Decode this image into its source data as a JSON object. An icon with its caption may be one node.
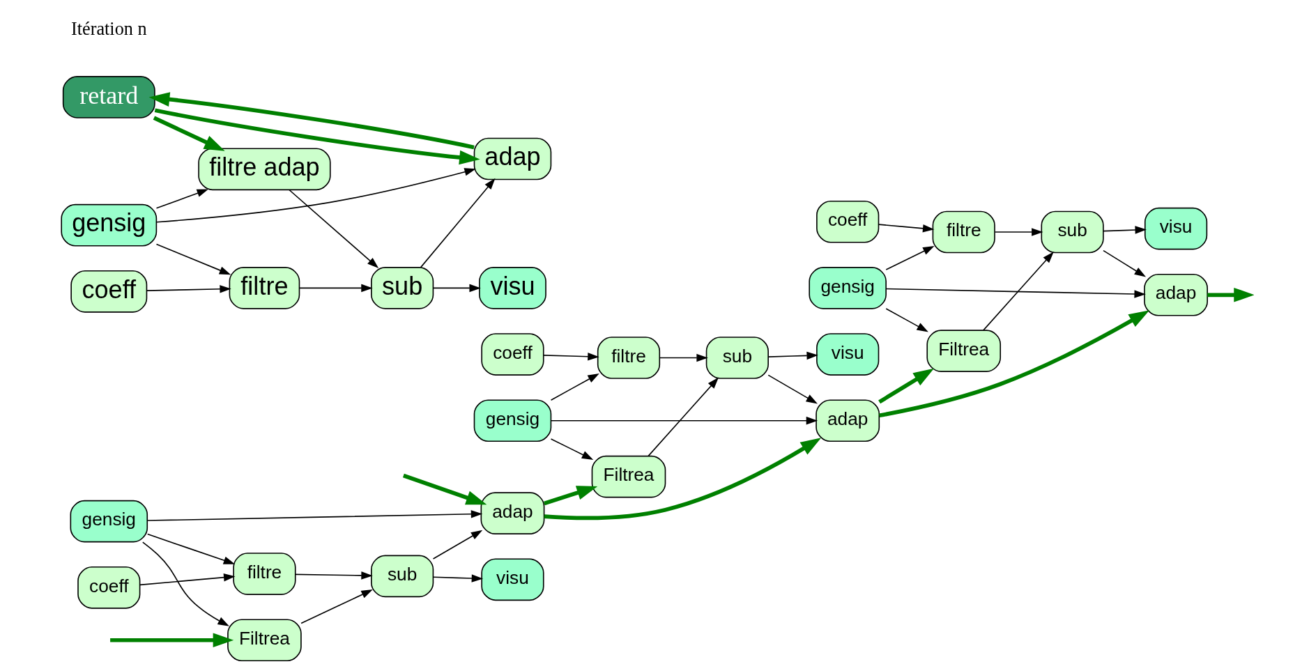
{
  "diagram": {
    "nodes": [
      {
        "text": [
          "Filtrea"
        ]
      },
      {
        "text": [
          "gensig"
        ]
      },
      {
        "text": [
          "adap"
        ]
      },
      {
        "text": [
          "filtre"
        ]
      },
      {
        "text": [
          "sub"
        ]
      },
      {
        "text": [
          "coeff"
        ]
      },
      {
        "text": [
          "visu"
        ]
      },
      {
        "text": [
          "Filtrea"
        ]
      },
      {
        "text": [
          "gensig"
        ]
      },
      {
        "text": [
          "adap"
        ]
      },
      {
        "text": [
          "filtre"
        ]
      },
      {
        "text": [
          "sub"
        ]
      },
      {
        "text": [
          "coeff"
        ]
      },
      {
        "text": [
          "visu"
        ]
      },
      {
        "text": [
          "Filtrea"
        ]
      },
      {
        "text": [
          "gensig"
        ]
      },
      {
        "text": [
          "adap"
        ]
      },
      {
        "text": [
          "filtre"
        ]
      },
      {
        "text": [
          "sub"
        ]
      },
      {
        "text": [
          "coeff"
        ]
      },
      {
        "text": [
          "visu"
        ]
      },
      {
        "text": [
          "retard"
        ]
      },
      {
        "text": [
          "filtre adap"
        ]
      },
      {
        "text": [
          "gensig"
        ]
      },
      {
        "text": [
          "adap"
        ]
      },
      {
        "text": [
          "filtre"
        ]
      },
      {
        "text": [
          "sub"
        ]
      },
      {
        "text": [
          "coeff"
        ]
      },
      {
        "text": [
          "visu"
        ]
      }
    ],
    "edges": [
      {
        "from": null,
        "to": 0,
        "arrow": "to",
        "style": "thick",
        "color": "#008000"
      },
      {
        "from": null,
        "to": 2,
        "arrow": "to",
        "style": "thick",
        "color": "#008000"
      },
      {
        "from": 1,
        "to": 0,
        "arrow": "to"
      },
      {
        "from": 1,
        "to": 2,
        "arrow": "to"
      },
      {
        "from": 1,
        "to": 3,
        "arrow": "to"
      },
      {
        "from": 5,
        "to": 3,
        "arrow": "to"
      },
      {
        "from": 0,
        "to": 4,
        "arrow": "to"
      },
      {
        "from": 3,
        "to": 4,
        "arrow": "to"
      },
      {
        "from": 4,
        "to": 2,
        "arrow": "to"
      },
      {
        "from": 4,
        "to": 6,
        "arrow": "to"
      },
      {
        "from": 2,
        "to": 7,
        "arrow": "to",
        "style": "thick",
        "color": "#008000"
      },
      {
        "from": 2,
        "to": 9,
        "arrow": "to",
        "style": "thick",
        "color": "#008000"
      },
      {
        "from": 8,
        "to": 7,
        "arrow": "to"
      },
      {
        "from": 8,
        "to": 9,
        "arrow": "to"
      },
      {
        "from": 8,
        "to": 10,
        "arrow": "to"
      },
      {
        "from": 12,
        "to": 10,
        "arrow": "to"
      },
      {
        "from": 7,
        "to": 11,
        "arrow": "to"
      },
      {
        "from": 10,
        "to": 11,
        "arrow": "to"
      },
      {
        "from": 11,
        "to": 9,
        "arrow": "to"
      },
      {
        "from": 11,
        "to": 13,
        "arrow": "to"
      },
      {
        "from": 9,
        "to": 14,
        "arrow": "to",
        "style": "thick",
        "color": "#008000"
      },
      {
        "from": 9,
        "to": 16,
        "arrow": "to",
        "style": "thick",
        "color": "#008000"
      },
      {
        "from": 15,
        "to": 14,
        "arrow": "to"
      },
      {
        "from": 15,
        "to": 16,
        "arrow": "to"
      },
      {
        "from": 15,
        "to": 17,
        "arrow": "to"
      },
      {
        "from": 19,
        "to": 17,
        "arrow": "to"
      },
      {
        "from": 14,
        "to": 18,
        "arrow": "to"
      },
      {
        "from": 17,
        "to": 18,
        "arrow": "to"
      },
      {
        "from": 18,
        "to": 16,
        "arrow": "to"
      },
      {
        "from": 18,
        "to": 20,
        "arrow": "to"
      },
      {
        "from": 16,
        "to": null,
        "arrow": "to",
        "style": "thick",
        "color": "#008000"
      },
      {
        "from": 23,
        "to": 22,
        "arrow": "to"
      },
      {
        "from": 23,
        "to": 24,
        "arrow": "to"
      },
      {
        "from": 23,
        "to": 25,
        "arrow": "to"
      },
      {
        "from": 27,
        "to": 25,
        "arrow": "to"
      },
      {
        "from": 22,
        "to": 26,
        "arrow": "to"
      },
      {
        "from": 25,
        "to": 26,
        "arrow": "to"
      },
      {
        "from": 26,
        "to": 24,
        "arrow": "to"
      },
      {
        "from": 26,
        "to": 28,
        "arrow": "to"
      },
      {
        "from": 24,
        "to": 21,
        "arrow": "to",
        "style": "thick",
        "color": "#008000"
      },
      {
        "from": 21,
        "to": 22,
        "arrow": "to",
        "style": "thick",
        "color": "#008000"
      },
      {
        "from": 21,
        "to": 24,
        "arrow": "to",
        "style": "thick",
        "color": "#008000"
      }
    ],
    "labels": [
      "Itération n"
    ]
  }
}
